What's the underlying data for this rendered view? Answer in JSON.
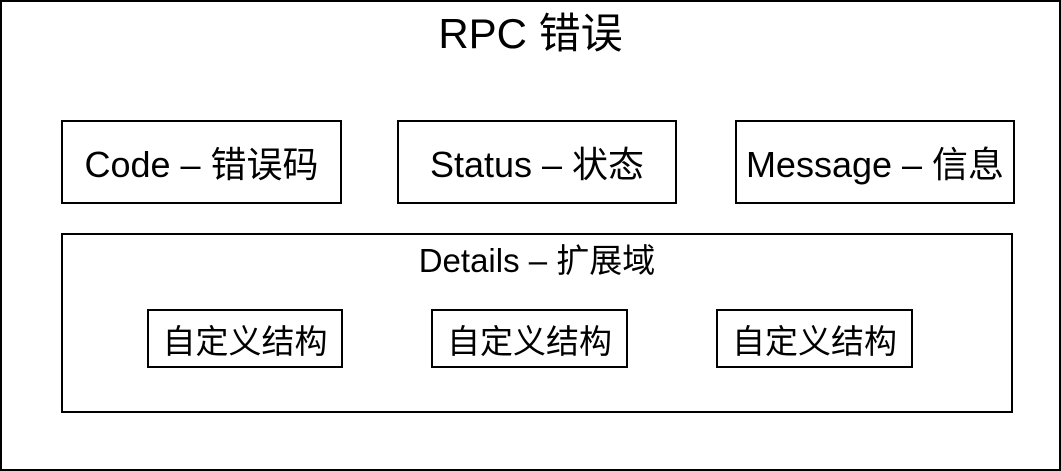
{
  "canvas": {
    "background_color": "#ffffff",
    "border_color": "#000000",
    "text_color": "#000000"
  },
  "diagram": {
    "title": "RPC 错误",
    "fields": [
      {
        "id": "code",
        "label": "Code – 错误码"
      },
      {
        "id": "status",
        "label": "Status – 状态"
      },
      {
        "id": "message",
        "label": "Message – 信息"
      }
    ],
    "details": {
      "label": "Details – 扩展域",
      "items": [
        {
          "label": "自定义结构"
        },
        {
          "label": "自定义结构"
        },
        {
          "label": "自定义结构"
        }
      ]
    }
  }
}
